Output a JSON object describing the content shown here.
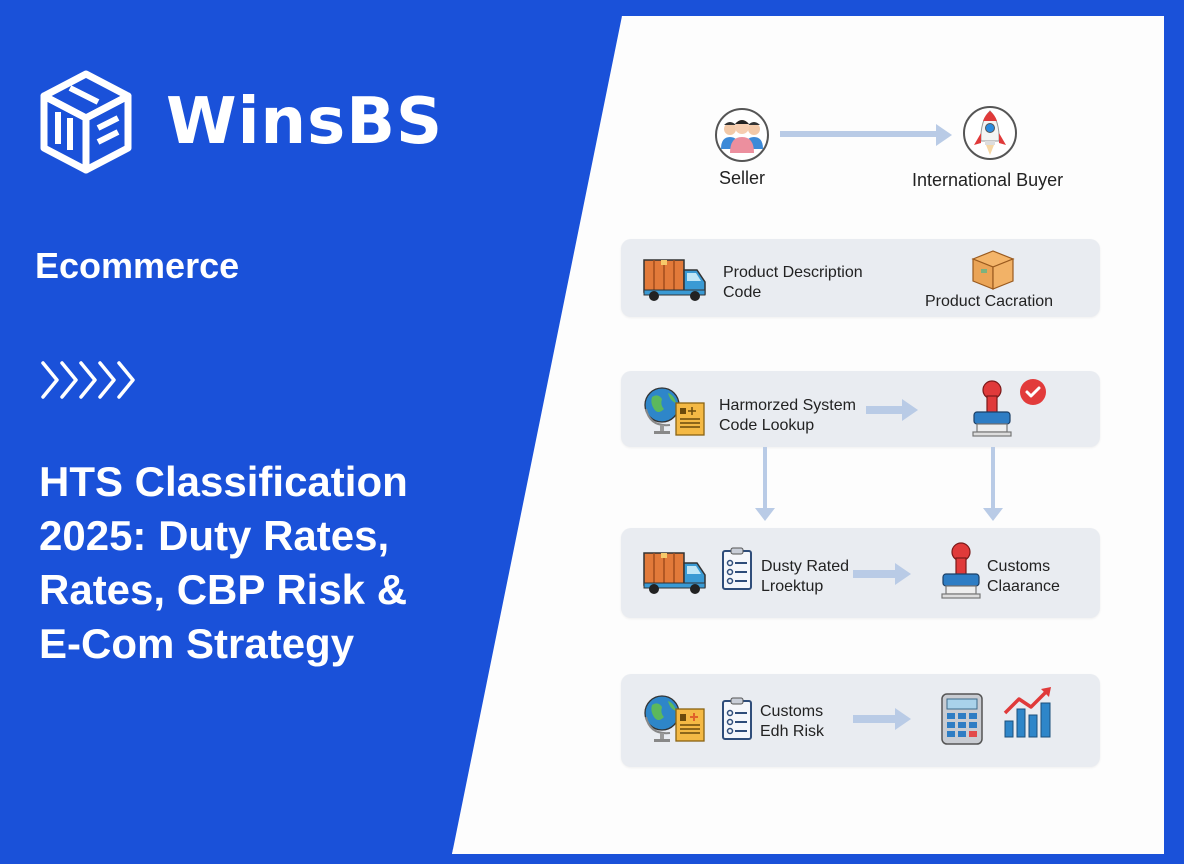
{
  "brand": {
    "name": "WinsBS",
    "logo_icon": "cube-wb-logo-icon"
  },
  "left": {
    "category": "Ecommerce",
    "chevrons_icon": "chevrons-right-icon",
    "headline_lines": [
      "HTS Classification",
      "2025: Duty Rates,",
      "Rates, CBP Risk &",
      "E-Com Strategy"
    ]
  },
  "colors": {
    "background": "#1a51d9",
    "panel": "#fdfdfd",
    "card": "#e9ecf1",
    "arrow": "#b9cbe6",
    "text": "#222222"
  },
  "diagram": {
    "top": {
      "seller_label": "Seller",
      "seller_icon": "people-group-icon",
      "buyer_label": "International Buyer",
      "buyer_icon": "rocket-icon"
    },
    "cards": [
      {
        "left_icon": "delivery-truck-icon",
        "text_line1": "Product Description",
        "text_line2": "Code",
        "right_icon": "cardboard-box-icon",
        "right_label": "Product Cacration"
      },
      {
        "left_icon": "globe-document-icon",
        "text_line1": "Harmorzed System",
        "text_line2": "Code Lookup",
        "right_icon": "rubber-stamp-icon",
        "badge_icon": "check-badge-icon"
      },
      {
        "left_icon": "delivery-truck-icon",
        "mid_icon": "clipboard-checklist-icon",
        "text_line1": "Dusty Rated",
        "text_line2": "Lroektup",
        "right_icon": "rubber-stamp-icon",
        "right_line1": "Customs",
        "right_line2": "Claarance"
      },
      {
        "left_icon": "globe-document-icon",
        "mid_icon": "clipboard-checklist-icon",
        "text_line1": "Customs",
        "text_line2": "Edh Risk",
        "right_icon": "calculator-icon",
        "right_icon2": "bar-chart-growth-icon"
      }
    ]
  }
}
